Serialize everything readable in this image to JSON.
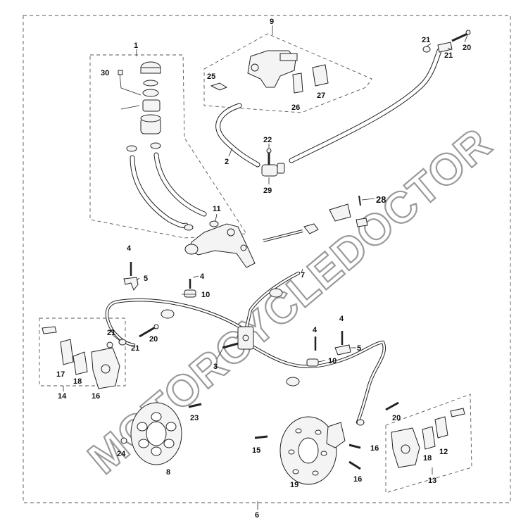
{
  "callouts": {
    "c1": "1",
    "c2": "2",
    "c3": "3",
    "c4a": "4",
    "c4b": "4",
    "c4c": "4",
    "c4d": "4",
    "c5a": "5",
    "c5b": "5",
    "c6": "6",
    "c7": "7",
    "c8": "8",
    "c9": "9",
    "c10a": "10",
    "c10b": "10",
    "c11": "11",
    "c12": "12",
    "c13": "13",
    "c14": "14",
    "c15": "15",
    "c16a": "16",
    "c16b": "16",
    "c16c": "16",
    "c17": "17",
    "c18a": "18",
    "c18b": "18",
    "c19": "19",
    "c20a": "20",
    "c20b": "20",
    "c20c": "20",
    "c21a": "21",
    "c21b": "21",
    "c21c": "21",
    "c21d": "21",
    "c22": "22",
    "c23": "23",
    "c24": "24",
    "c25": "25",
    "c26": "26",
    "c27": "27",
    "c28": "28",
    "c29": "29",
    "c30": "30"
  },
  "watermark": "MOTORCYCLEDOCTOR"
}
